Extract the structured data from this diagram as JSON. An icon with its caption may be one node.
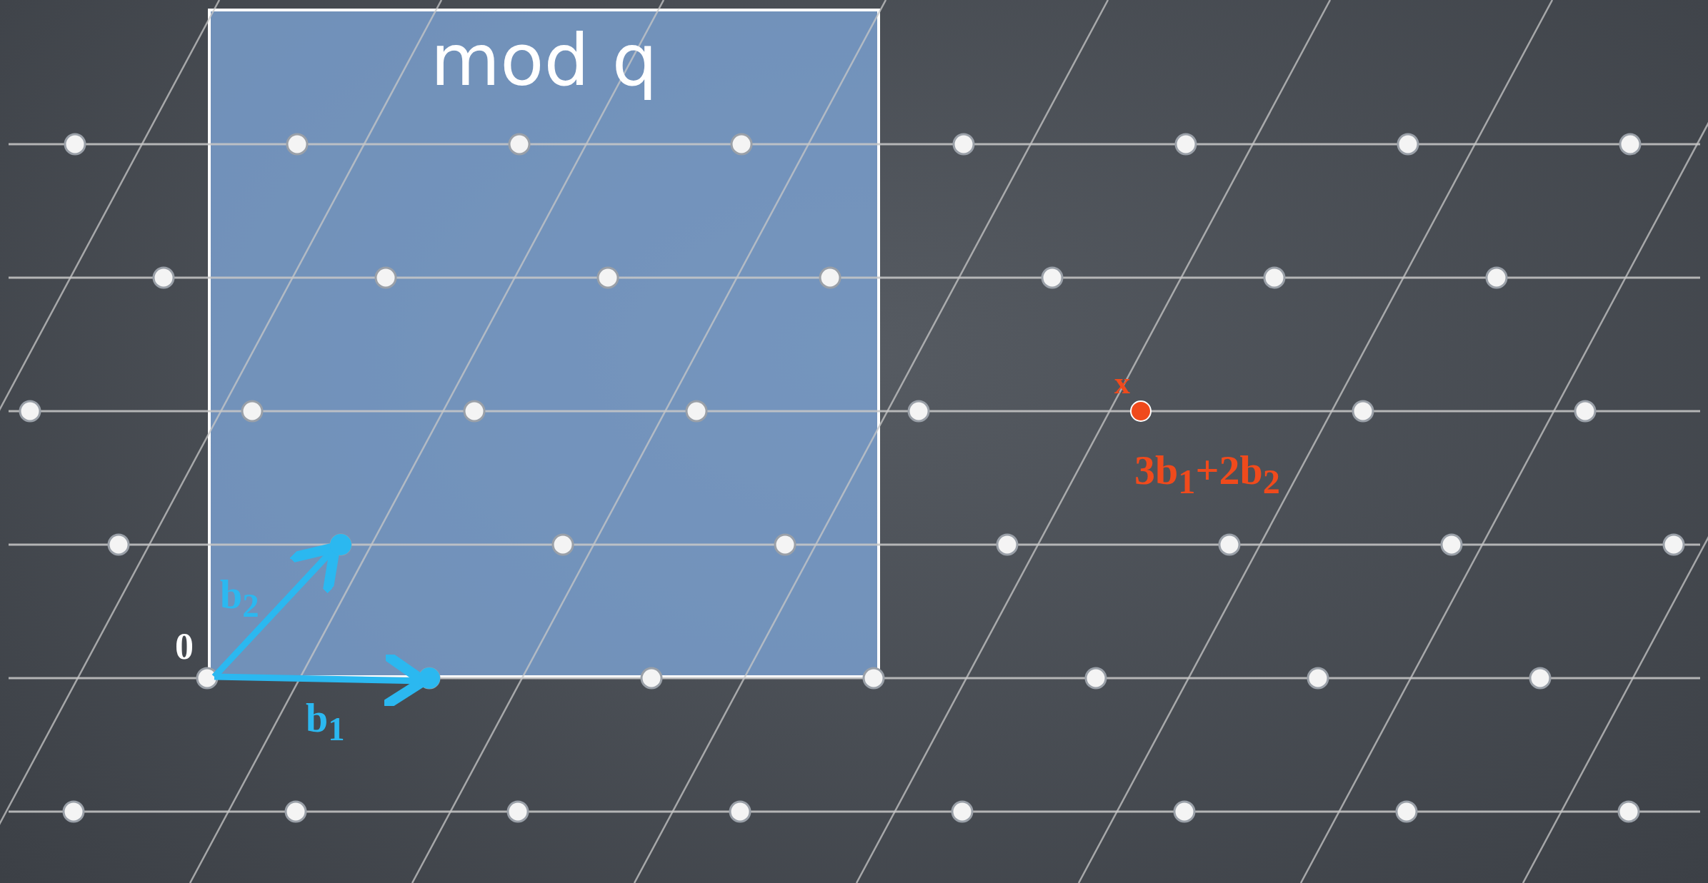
{
  "diagram": {
    "nodes": [
      {
        "text": [
          "mod q"
        ]
      }
    ],
    "labels": [
      "x",
      "3b$_{1}$+2b$_{2}$",
      "b$_{2}$",
      "0",
      "b$_{1}$"
    ]
  }
}
